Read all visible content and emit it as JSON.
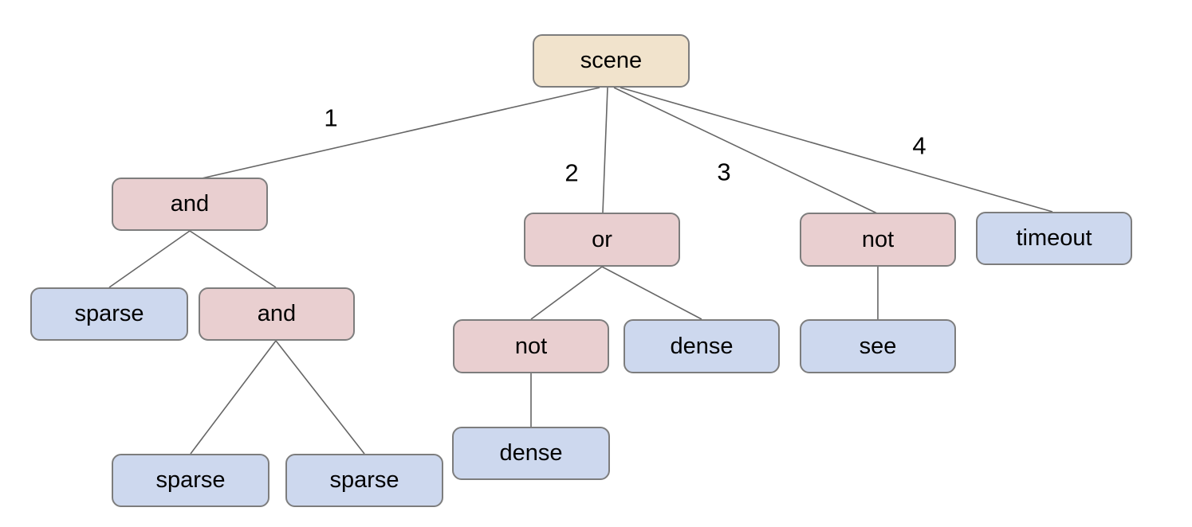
{
  "diagram": {
    "type": "tree",
    "background_color": "#ffffff",
    "colors": {
      "root_fill": "#f1e3cc",
      "operator_fill": "#e9cfd0",
      "leaf_fill": "#cdd8ee",
      "node_border": "#7d7d7d",
      "edge_line": "#666666",
      "text": "#000000"
    },
    "nodes": [
      {
        "id": "scene",
        "label": "scene",
        "kind": "root"
      },
      {
        "id": "and-1",
        "label": "and",
        "kind": "operator"
      },
      {
        "id": "or-1",
        "label": "or",
        "kind": "operator"
      },
      {
        "id": "not-1",
        "label": "not",
        "kind": "operator"
      },
      {
        "id": "timeout-1",
        "label": "timeout",
        "kind": "leaf"
      },
      {
        "id": "sparse-1",
        "label": "sparse",
        "kind": "leaf"
      },
      {
        "id": "and-2",
        "label": "and",
        "kind": "operator"
      },
      {
        "id": "not-2",
        "label": "not",
        "kind": "operator"
      },
      {
        "id": "dense-1",
        "label": "dense",
        "kind": "leaf"
      },
      {
        "id": "see-1",
        "label": "see",
        "kind": "leaf"
      },
      {
        "id": "dense-2",
        "label": "dense",
        "kind": "leaf"
      },
      {
        "id": "sparse-2",
        "label": "sparse",
        "kind": "leaf"
      },
      {
        "id": "sparse-3",
        "label": "sparse",
        "kind": "leaf"
      }
    ],
    "edges": [
      {
        "from": "scene",
        "to": "and-1",
        "label": "1"
      },
      {
        "from": "scene",
        "to": "or-1",
        "label": "2"
      },
      {
        "from": "scene",
        "to": "not-1",
        "label": "3"
      },
      {
        "from": "scene",
        "to": "timeout-1",
        "label": "4"
      },
      {
        "from": "and-1",
        "to": "sparse-1",
        "label": ""
      },
      {
        "from": "and-1",
        "to": "and-2",
        "label": ""
      },
      {
        "from": "and-2",
        "to": "sparse-2",
        "label": ""
      },
      {
        "from": "and-2",
        "to": "sparse-3",
        "label": ""
      },
      {
        "from": "or-1",
        "to": "not-2",
        "label": ""
      },
      {
        "from": "or-1",
        "to": "dense-1",
        "label": ""
      },
      {
        "from": "not-1",
        "to": "see-1",
        "label": ""
      },
      {
        "from": "not-2",
        "to": "dense-2",
        "label": ""
      }
    ]
  }
}
